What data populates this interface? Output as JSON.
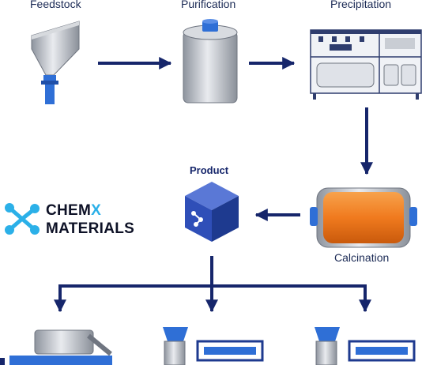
{
  "labels": {
    "feedstock": "Feedstock",
    "purification": "Purification",
    "precipitation": "Precipitation",
    "product": "Product",
    "calcination": "Calcination"
  },
  "logo": {
    "line1_main": "CHEM",
    "line1_accent": "X",
    "line2": "MATERIALS",
    "accent_color": "#2bb0e8",
    "text_color": "#0d1126"
  },
  "colors": {
    "arrow": "#16266b",
    "equipment_blue": "#2f6fd6",
    "steel": "#b9bec7",
    "calciner_orange": "#f07a1e",
    "product_cube": "#2f4fb8"
  }
}
